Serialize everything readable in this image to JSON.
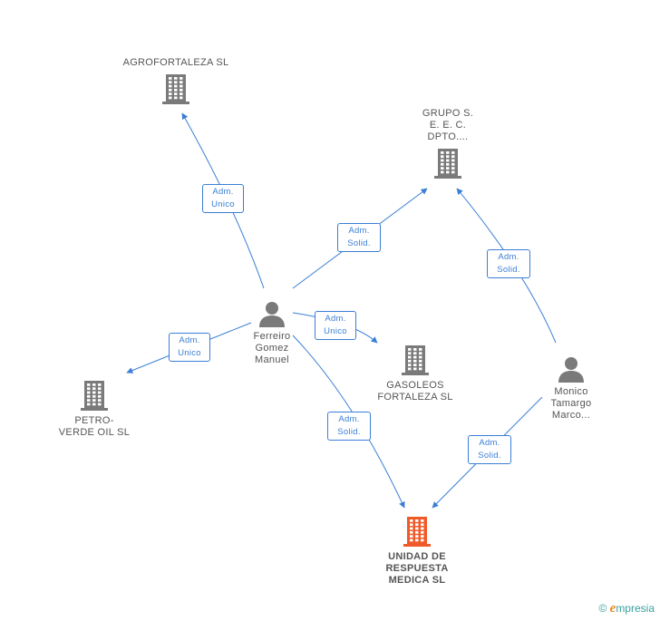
{
  "nodes": {
    "agrofortaleza": {
      "label": "AGROFORTALEZA SL",
      "kind": "company"
    },
    "grupo": {
      "label": "GRUPO S.\nE. E. C.\nDPTO....",
      "kind": "company"
    },
    "gasoleos": {
      "label": "GASOLEOS\nFORTALEZA SL",
      "kind": "company"
    },
    "petro": {
      "label": "PETRO-\nVERDE OIL  SL",
      "kind": "company"
    },
    "unidad": {
      "label": "UNIDAD DE\nRESPUESTA\nMEDICA  SL",
      "kind": "company-main"
    },
    "ferreiro": {
      "label": "Ferreiro\nGomez\nManuel",
      "kind": "person"
    },
    "monico": {
      "label": "Monico\nTamargo\nMarco...",
      "kind": "person"
    }
  },
  "edges": {
    "e1": {
      "label": "Adm.\nUnico"
    },
    "e2": {
      "label": "Adm.\nSolid."
    },
    "e3": {
      "label": "Adm.\nSolid."
    },
    "e4": {
      "label": "Adm.\nUnico"
    },
    "e5": {
      "label": "Adm.\nUnico"
    },
    "e6": {
      "label": "Adm.\nSolid."
    },
    "e7": {
      "label": "Adm.\nSolid."
    }
  },
  "colors": {
    "company": "#7a7a7a",
    "main_company": "#f05a28",
    "person": "#7a7a7a",
    "edge": "#3a7fd5"
  },
  "icons": {
    "company": "building-icon",
    "person": "person-icon"
  },
  "footer": {
    "copyright": "©",
    "brand_first": "e",
    "brand_rest": "mpresia"
  }
}
